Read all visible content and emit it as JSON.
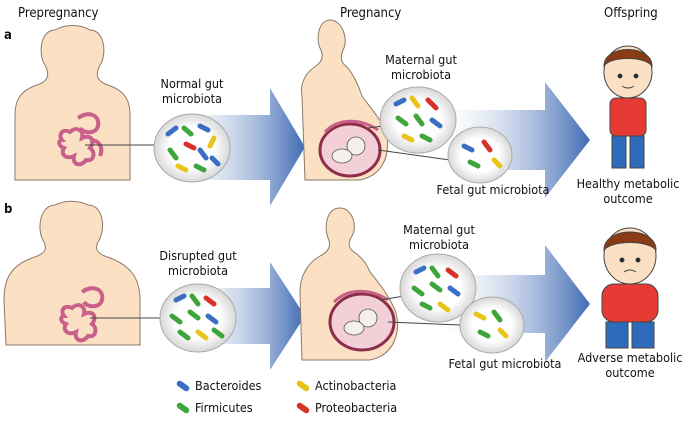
{
  "headers": {
    "prepregnancy": "Prepregnancy",
    "pregnancy": "Pregnancy",
    "offspring": "Offspring"
  },
  "panel_a": {
    "letter": "a",
    "mother_gut": "Normal gut\nmicrobiota",
    "maternal_gut": "Maternal gut\nmicrobiota",
    "fetal_gut": "Fetal gut microbiota",
    "outcome": "Healthy metabolic\noutcome"
  },
  "panel_b": {
    "letter": "b",
    "mother_gut": "Disrupted gut\nmicrobiota",
    "maternal_gut": "Maternal gut\nmicrobiota",
    "fetal_gut": "Fetal gut microbiota",
    "outcome": "Adverse metabolic\noutcome"
  },
  "legend": [
    {
      "label": "Bacteroides",
      "color": "#3b6fc4"
    },
    {
      "label": "Firmicutes",
      "color": "#3ea53a"
    },
    {
      "label": "Actinobacteria",
      "color": "#e8c41a"
    },
    {
      "label": "Proteobacteria",
      "color": "#d9312b"
    }
  ],
  "colors": {
    "skin": "#fbe0c4",
    "outline": "#8a7a6a",
    "intestine": "#c8608a",
    "arrow": "#4a72b8",
    "shirt": "#e53b34",
    "pants": "#2f6bbd",
    "hair": "#8a3a14"
  }
}
